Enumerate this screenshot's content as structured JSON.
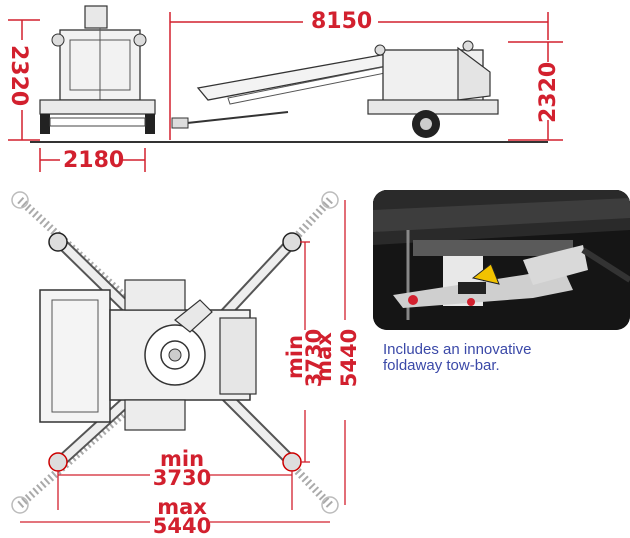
{
  "dimensions": {
    "front_height": "2320",
    "front_width": "2180",
    "side_length": "8150",
    "side_height": "2320",
    "top_min_label": "min",
    "top_min_value": "3730",
    "top_max_label": "max",
    "top_max_value": "5440",
    "vert_min_label": "min",
    "vert_min_value": "3730",
    "vert_max_label": "max",
    "vert_max_value": "5440"
  },
  "caption": {
    "line1": "Includes an innovative",
    "line2": "foldaway tow-bar."
  },
  "colors": {
    "accent": "#d2202e",
    "caption": "#3b49a8"
  }
}
